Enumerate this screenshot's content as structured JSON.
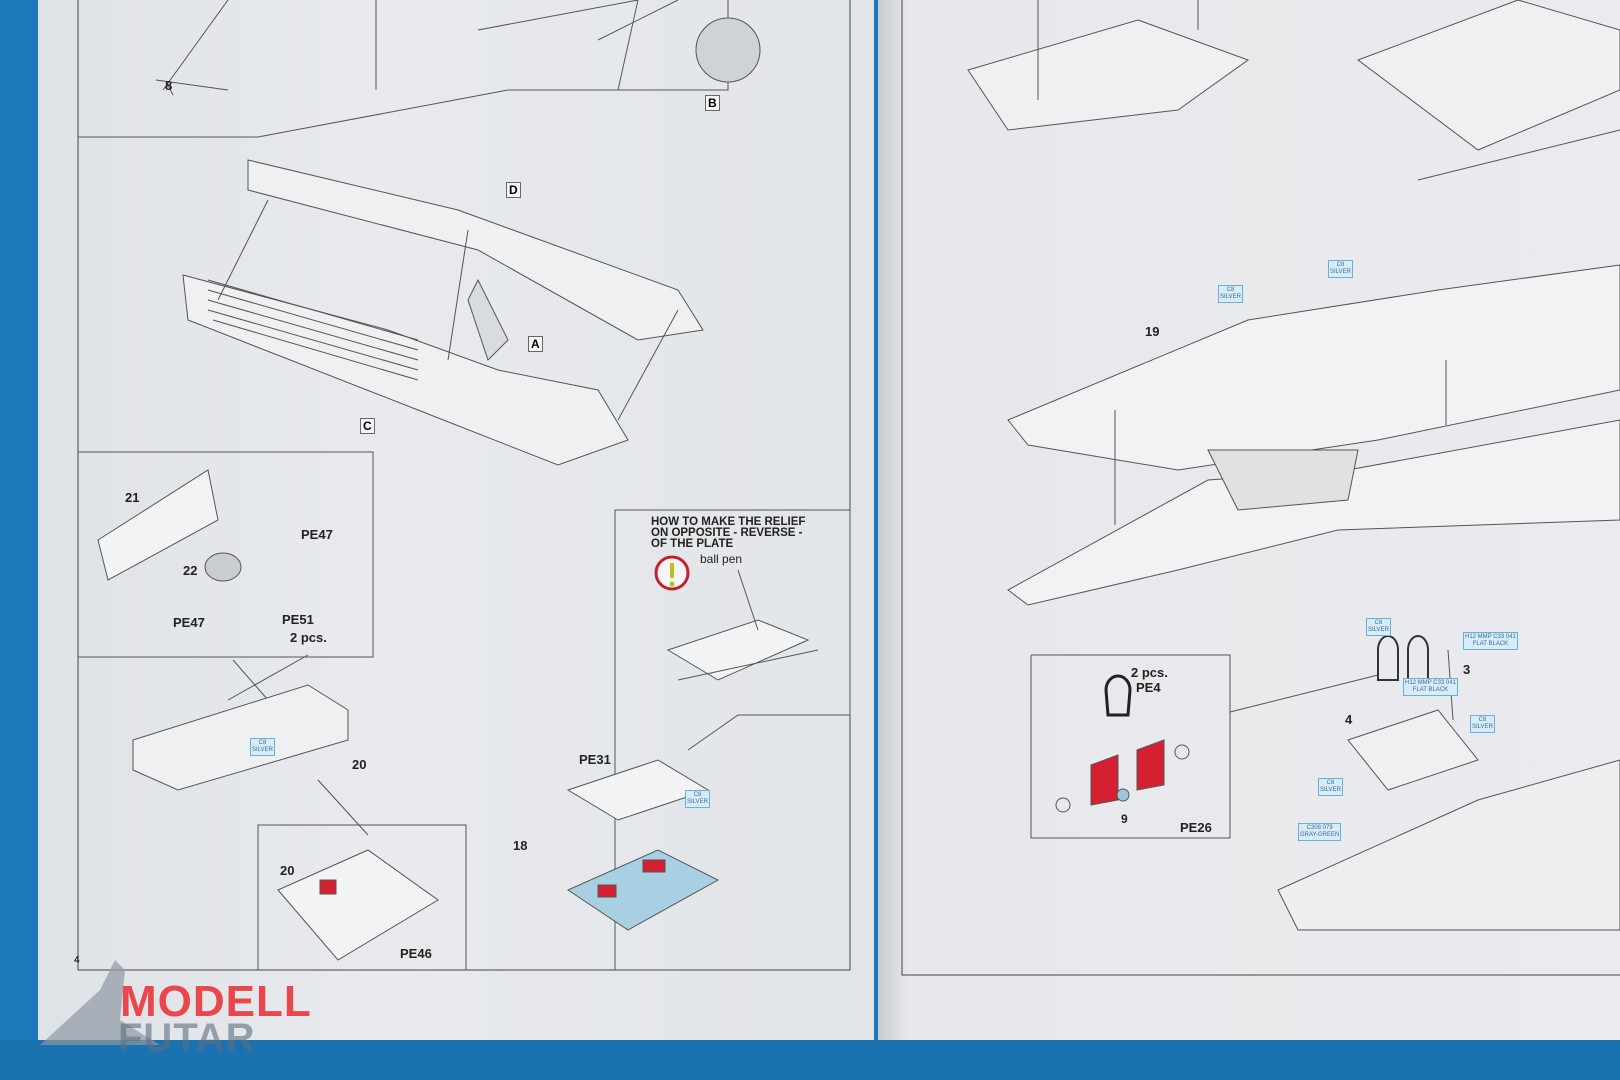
{
  "left_page": {
    "page_number": "4",
    "letters": {
      "a": "A",
      "b": "B",
      "c": "C",
      "d": "D"
    },
    "steps": {
      "s8": "8",
      "s21": "21",
      "s22": "22",
      "s20a": "20",
      "s20b": "20",
      "s18": "18"
    },
    "parts": {
      "pe47a": "PE47",
      "pe47b": "PE47",
      "pe51": "PE51",
      "pe51_qty": "2 pcs.",
      "pe46": "PE46",
      "pe31": "PE31"
    },
    "relief_note": {
      "title_l1": "HOW TO MAKE THE RELIEF",
      "title_l2": "ON OPPOSITE - REVERSE -",
      "title_l3": "OF THE PLATE",
      "tool": "ball pen",
      "warning_icon": "exclamation-circle-icon"
    },
    "paint": {
      "silver_code": "C8",
      "silver_name": "SILVER"
    }
  },
  "right_page": {
    "steps": {
      "s19": "19",
      "s9": "9",
      "s4": "4",
      "s3": "3"
    },
    "parts": {
      "pe4_qty": "2 pcs.",
      "pe4": "PE4",
      "pe26": "PE26"
    },
    "paint": {
      "silver_code": "C8",
      "silver_name": "SILVER",
      "black_codes": "H12 MMP C33 041",
      "black_name": "FLAT BLACK",
      "green_codes": "C308 079",
      "green_name": "GRAY-GREEN"
    }
  },
  "watermark": {
    "line1": "MODELL",
    "line2": "FUTAR"
  },
  "colors": {
    "background": "#1c78b8",
    "page": "#e6e8eb",
    "accent_red": "#d42030",
    "pe_blue": "#9cc8dc"
  }
}
